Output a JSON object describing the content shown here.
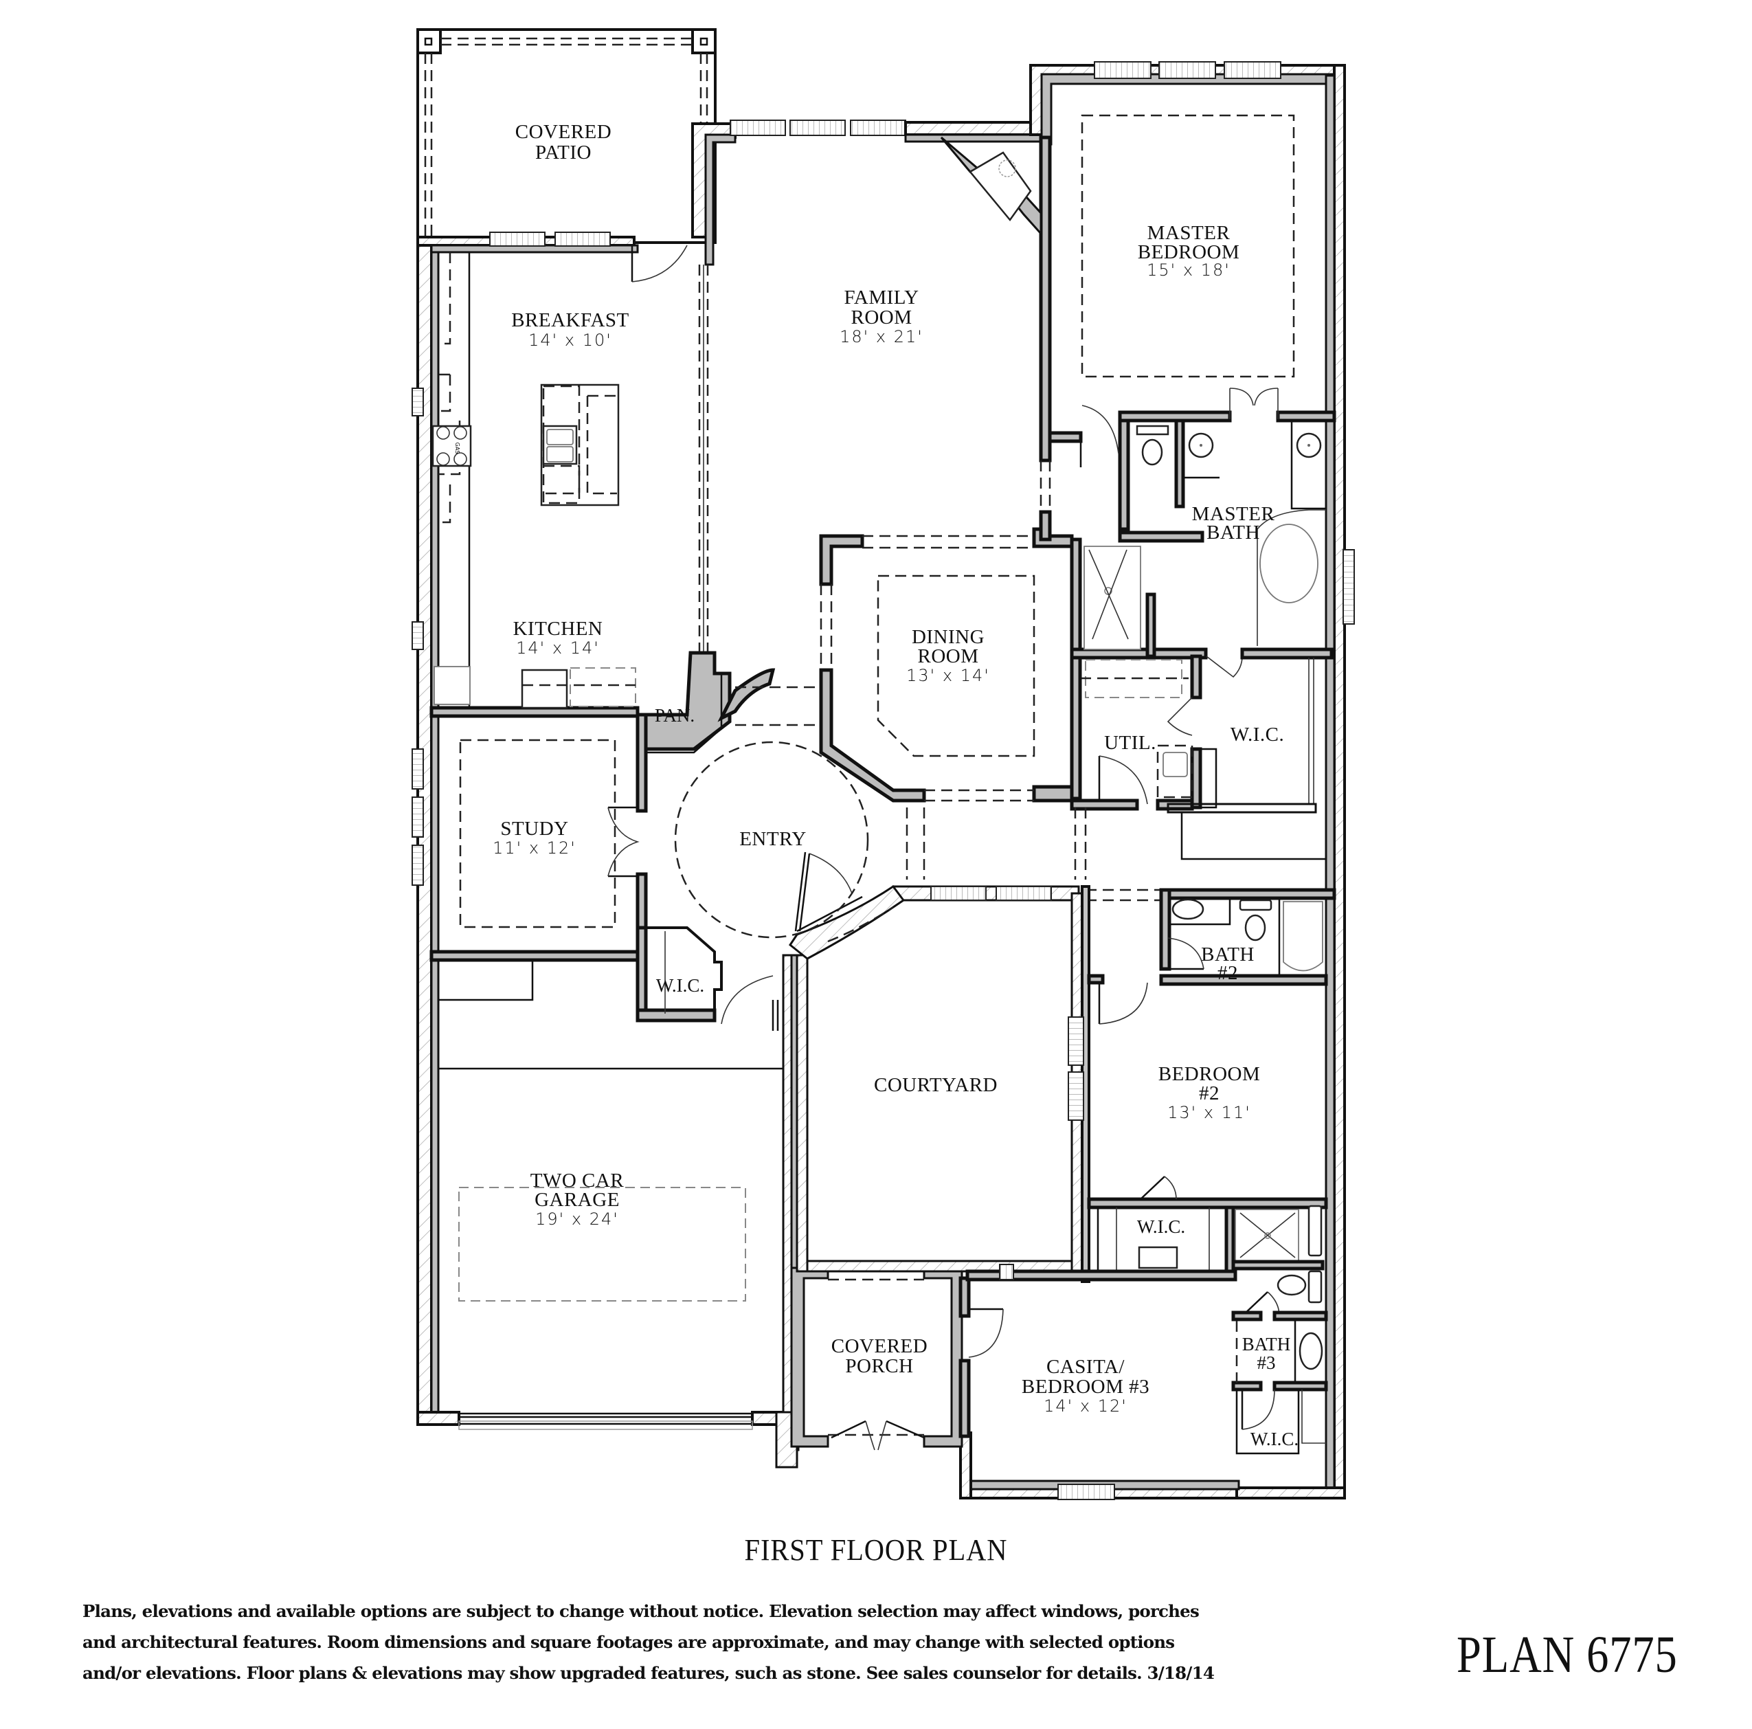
{
  "plan": {
    "title": "FIRST FLOOR PLAN",
    "plan_number": "PLAN 6775",
    "disclaimer_lines": [
      "Plans, elevations and available options are subject to change without notice. Elevation selection may affect windows, porches",
      "and architectural features. Room dimensions and square footages are approximate, and may change with selected options",
      "and/or elevations. Floor plans & elevations may show upgraded features, such as stone. See sales counselor for details.  3/18/14"
    ]
  },
  "rooms": {
    "covered_patio": {
      "line1": "COVERED",
      "line2": "PATIO"
    },
    "breakfast": {
      "name": "BREAKFAST",
      "dim": "14' x 10'"
    },
    "kitchen": {
      "name": "KITCHEN",
      "dim": "14' x 14'",
      "range_label": "GAS"
    },
    "family_room": {
      "line1": "FAMILY",
      "line2": "ROOM",
      "dim": "18' x 21'"
    },
    "master_bedroom": {
      "line1": "MASTER",
      "line2": "BEDROOM",
      "dim": "15' x 18'"
    },
    "master_bath": {
      "line1": "MASTER",
      "line2": "BATH"
    },
    "dining_room": {
      "line1": "DINING",
      "line2": "ROOM",
      "dim": "13' x 14'"
    },
    "pantry": {
      "name": "PAN."
    },
    "utility": {
      "name": "UTIL."
    },
    "master_wic": {
      "name": "W.I.C."
    },
    "study": {
      "name": "STUDY",
      "dim": "11' x 12'"
    },
    "entry": {
      "name": "ENTRY"
    },
    "entry_wic": {
      "name": "W.I.C."
    },
    "bath2": {
      "line1": "BATH",
      "line2": "#2"
    },
    "bedroom2": {
      "line1": "BEDROOM",
      "line2": "#2",
      "dim": "13' x 11'"
    },
    "courtyard": {
      "name": "COURTYARD"
    },
    "garage": {
      "line1": "TWO CAR",
      "line2": "GARAGE",
      "dim": "19' x 24'"
    },
    "bedroom2_wic": {
      "name": "W.I.C."
    },
    "covered_porch": {
      "line1": "COVERED",
      "line2": "PORCH"
    },
    "casita": {
      "line1": "CASITA/",
      "line2": "BEDROOM #3",
      "dim": "14' x 12'"
    },
    "bath3": {
      "line1": "BATH",
      "line2": "#3"
    },
    "casita_wic": {
      "name": "W.I.C."
    }
  },
  "colors": {
    "wall_fill": "#bdbdbd",
    "line": "#111111",
    "background": "#ffffff"
  }
}
